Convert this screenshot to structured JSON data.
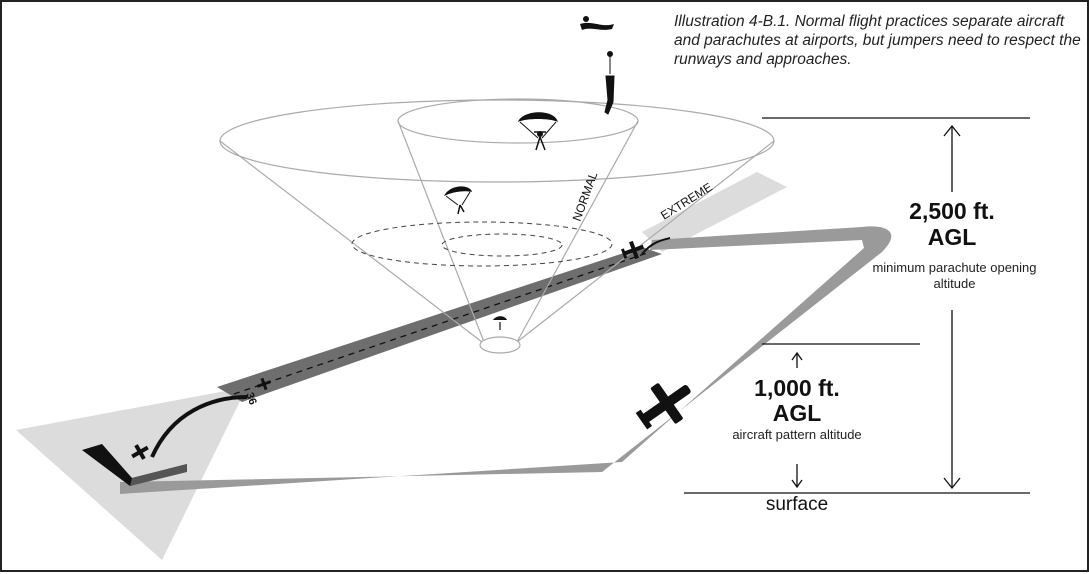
{
  "caption": "Illustration 4-B.1. Normal flight practices separate aircraft and parachutes at airports, but jumpers need to respect the runways and approaches.",
  "cone_labels": {
    "normal": "NORMAL",
    "extreme": "EXTREME"
  },
  "altitudes": {
    "high": {
      "value": "2,500 ft.",
      "unit": "AGL",
      "description": "minimum parachute opening altitude"
    },
    "mid": {
      "value": "1,000 ft.",
      "unit": "AGL",
      "description": "aircraft pattern altitude"
    },
    "ground": {
      "label": "surface"
    }
  },
  "runway_number": "36",
  "colors": {
    "pattern": "#9a9a9a",
    "runway": "#6e6e6e",
    "shadow": "#dcdcdc",
    "ink": "#111111"
  }
}
